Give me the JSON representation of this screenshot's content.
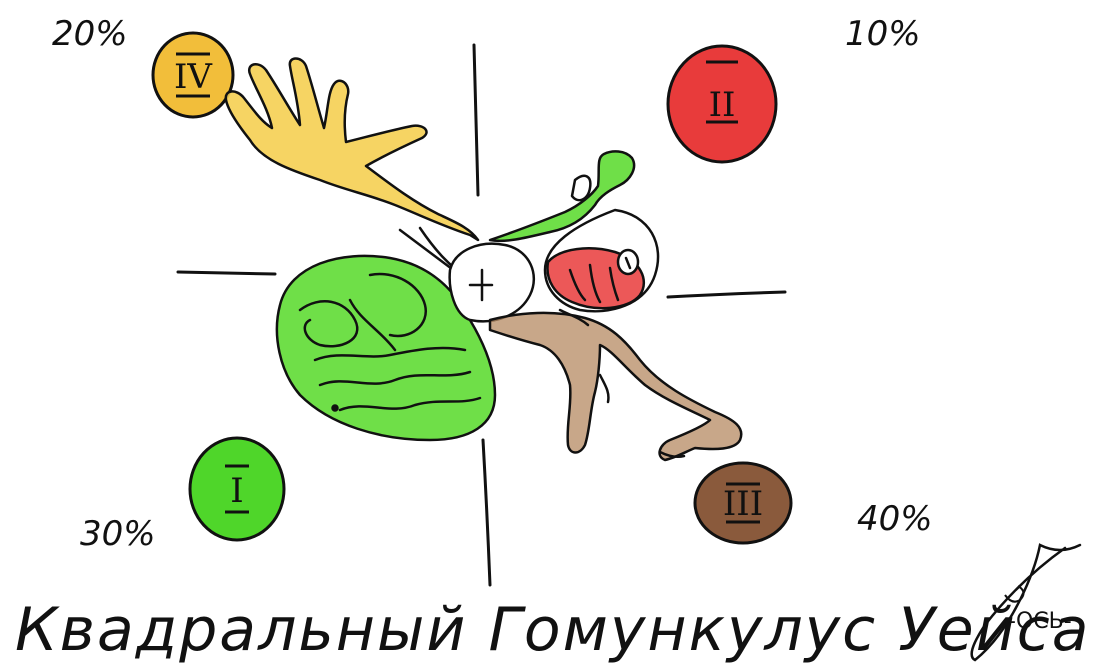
{
  "colors": {
    "quadrant_I": "#4fd62a",
    "quadrant_II": "#e83b3b",
    "quadrant_III": "#8a5a3c",
    "quadrant_IV": "#f2be3a",
    "line": "#111111"
  },
  "quadrants": [
    {
      "id": "I",
      "label": "I",
      "percent": "30%",
      "color": "#4fd62a"
    },
    {
      "id": "II",
      "label": "II",
      "percent": "10%",
      "color": "#e83b3b"
    },
    {
      "id": "III",
      "label": "III",
      "percent": "40%",
      "color": "#8a5a3c"
    },
    {
      "id": "IV",
      "label": "IV",
      "percent": "20%",
      "color": "#f2be3a"
    }
  ],
  "title": "Квадральный Гомункулус Уейса",
  "signature_text": "-ОСЬ-"
}
